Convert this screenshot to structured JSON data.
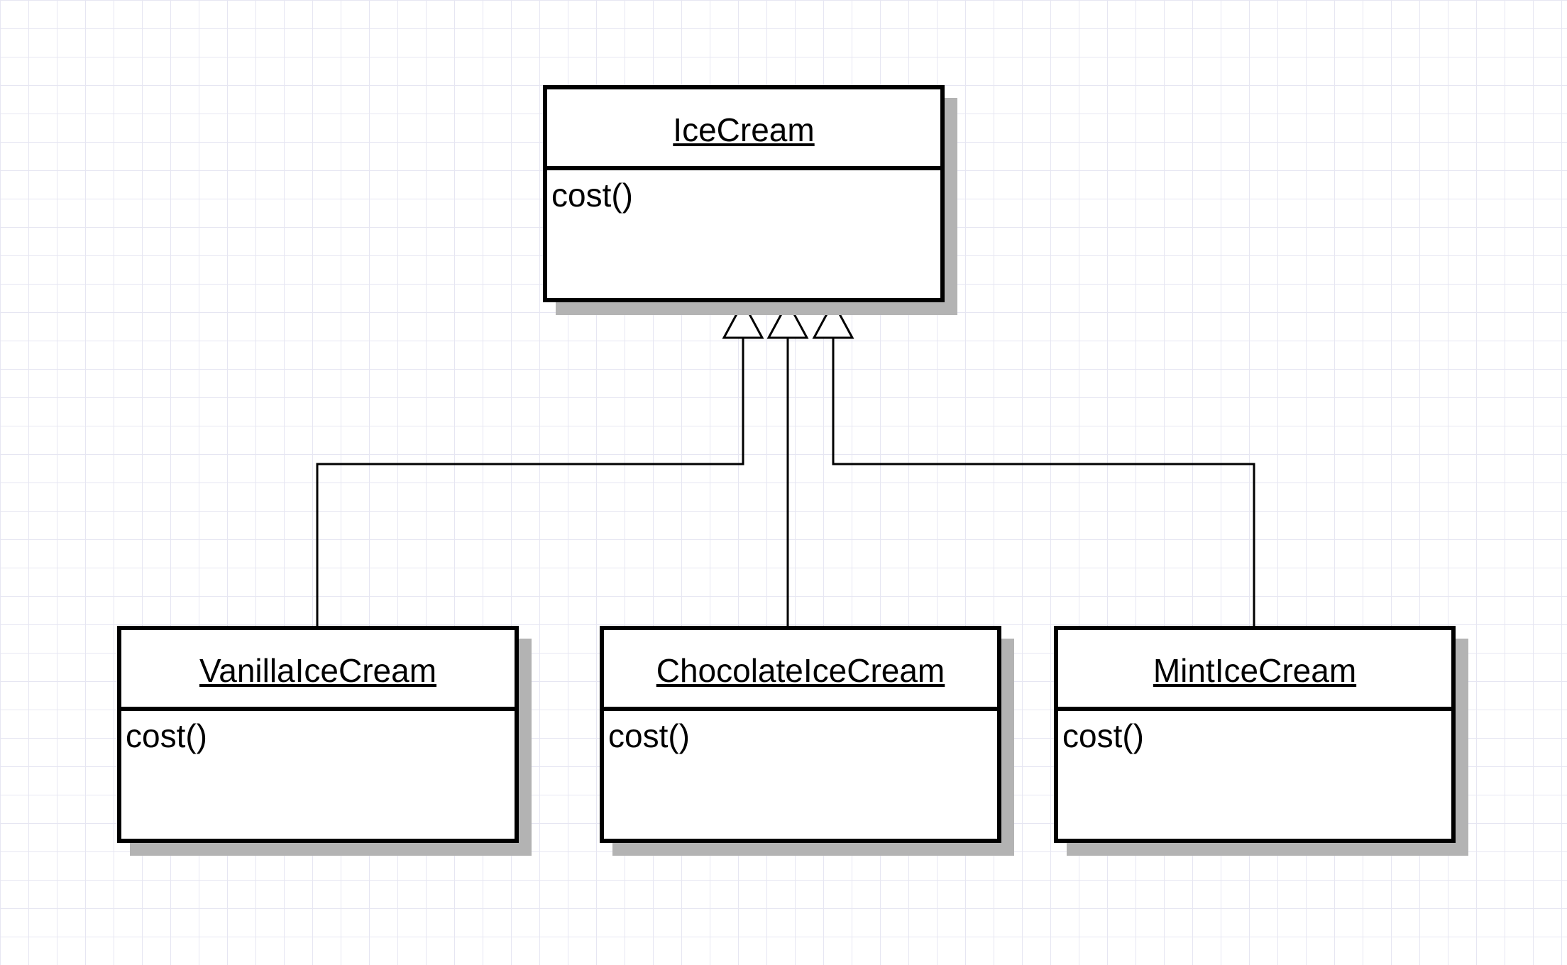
{
  "diagram": {
    "parent": {
      "name": "IceCream",
      "operations": "cost()"
    },
    "children": [
      {
        "name": "VanillaIceCream",
        "operations": "cost()"
      },
      {
        "name": "ChocolateIceCream",
        "operations": "cost()"
      },
      {
        "name": "MintIceCream",
        "operations": "cost()"
      }
    ],
    "relationship": "generalization"
  }
}
